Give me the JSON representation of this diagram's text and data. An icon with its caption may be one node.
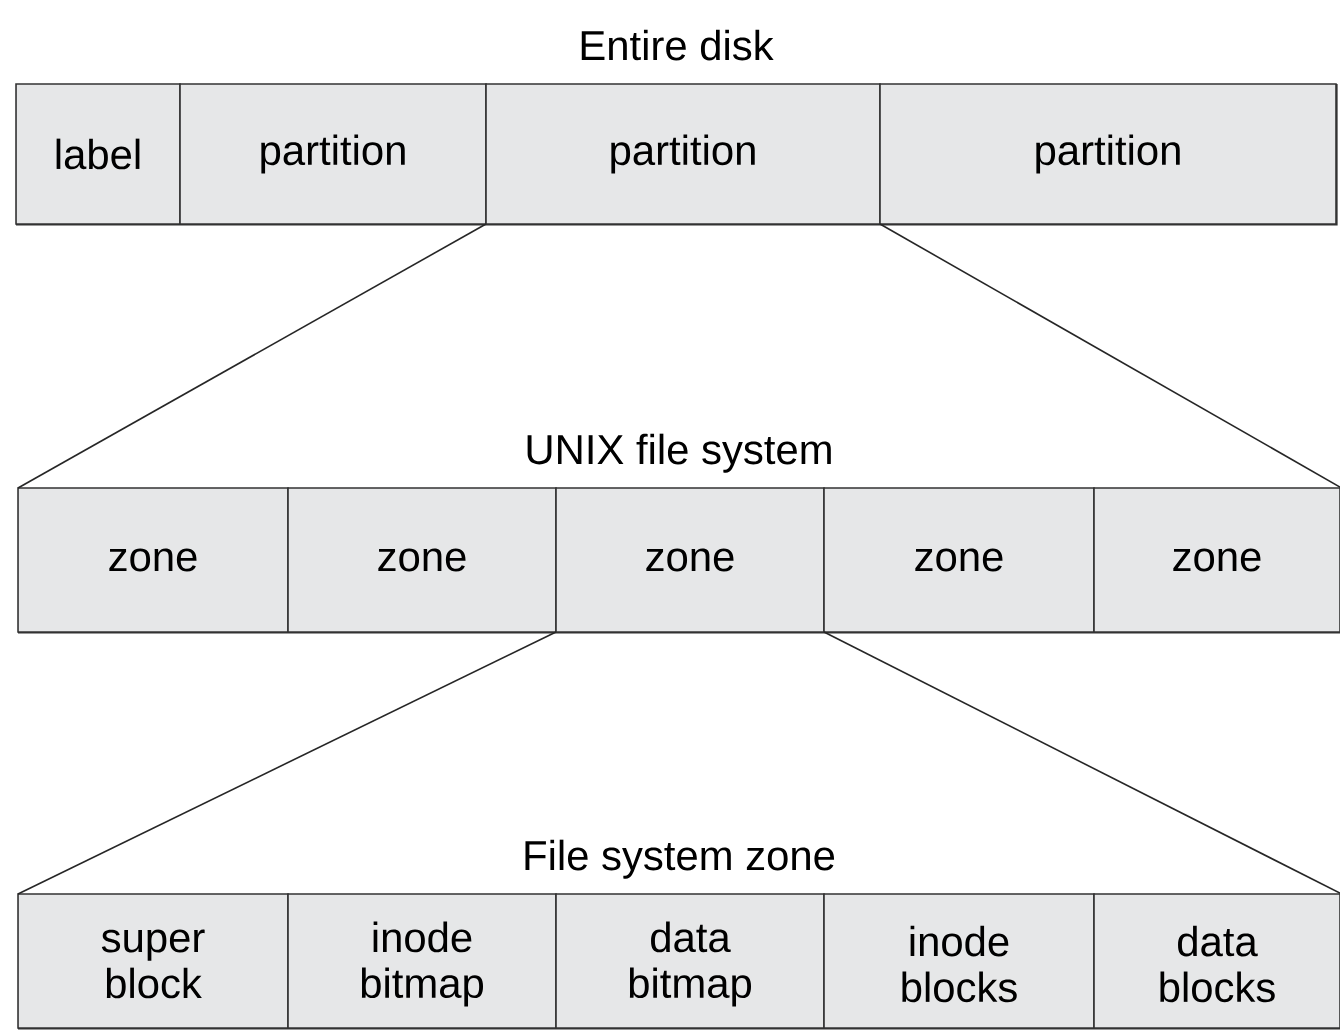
{
  "diagram": {
    "nodes": [
      {
        "text": [
          "Entire disk"
        ]
      },
      {
        "text": [
          "label"
        ],
        "in": 0
      },
      {
        "text": [
          "partition"
        ],
        "in": 0
      },
      {
        "text": [
          "partition"
        ],
        "in": 0
      },
      {
        "text": [
          "partition"
        ],
        "in": 0
      },
      {
        "text": [
          "UNIX file system"
        ]
      },
      {
        "text": [
          "zone"
        ],
        "in": 5
      },
      {
        "text": [
          "zone"
        ],
        "in": 5
      },
      {
        "text": [
          "zone"
        ],
        "in": 5
      },
      {
        "text": [
          "zone"
        ],
        "in": 5
      },
      {
        "text": [
          "zone"
        ],
        "in": 5
      },
      {
        "text": [
          "File system zone"
        ]
      },
      {
        "text": [
          "super block"
        ],
        "in": 11
      },
      {
        "text": [
          "inode bitmap"
        ],
        "in": 11
      },
      {
        "text": [
          "data bitmap"
        ],
        "in": 11
      },
      {
        "text": [
          "inode blocks"
        ],
        "in": 11
      },
      {
        "text": [
          "data blocks"
        ],
        "in": 11
      }
    ],
    "edges": [
      {
        "from": 3,
        "to": 5,
        "arrow": "none"
      },
      {
        "from": 3,
        "to": 5,
        "arrow": "none"
      },
      {
        "from": 8,
        "to": 11,
        "arrow": "none"
      },
      {
        "from": 8,
        "to": 11,
        "arrow": "none"
      }
    ]
  }
}
